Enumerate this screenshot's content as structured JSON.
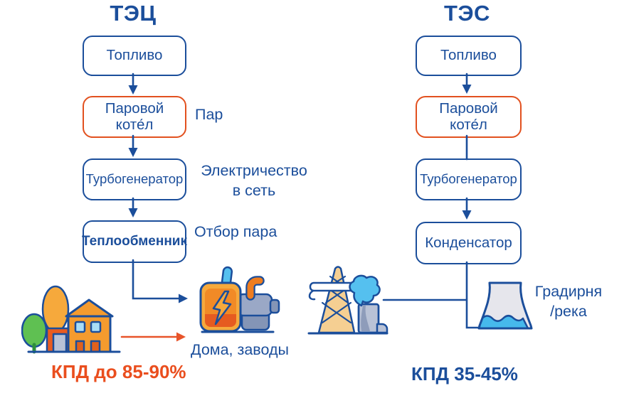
{
  "colors": {
    "blue": "#1b4e9b",
    "orange": "#e2511f",
    "orange_text": "#ea4e1e",
    "orange_arrow": "#e8542a",
    "light_blue": "#55c0ef"
  },
  "left": {
    "title": "ТЭЦ",
    "box_fuel": "Топливо",
    "box_boiler_line1": "Паровой",
    "box_boiler_line2": "коте́л",
    "box_turbogenerator": "Турбогенератор",
    "box_heat_exchanger": "Теплообменник",
    "label_steam": "Пар",
    "label_electricity_line1": "Электричество",
    "label_electricity_line2": "в сеть",
    "label_steam_extraction": "Отбор пара",
    "label_consumers": "Дома, заводы",
    "efficiency": "КПД до 85-90%"
  },
  "right": {
    "title": "ТЭС",
    "box_fuel": "Топливо",
    "box_boiler_line1": "Паровой",
    "box_boiler_line2": "коте́л",
    "box_turbogenerator": "Турбогенератор",
    "box_condenser": "Конденсатор",
    "label_cooling_line1": "Градирня",
    "label_cooling_line2": "/река",
    "efficiency": "КПД 35-45%"
  },
  "icons": {
    "houses": "houses-and-trees-icon",
    "generator": "electric-generator-icon",
    "power_plant": "power-plant-tower-icon",
    "cooling_tower": "cooling-tower-icon"
  }
}
